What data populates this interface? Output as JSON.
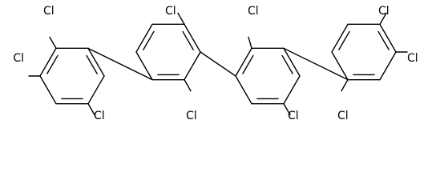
{
  "structure": {
    "atom_label": "Cl",
    "substituent_count": 10,
    "ring_count": 4
  },
  "colors": {
    "background": "#ffffff",
    "bond": "#000000",
    "text": "#000000"
  },
  "labels": {
    "ring1_c4": "Cl",
    "ring1_c5": "Cl",
    "ring1_c2": "Cl",
    "ring2_c5": "Cl",
    "ring2_c2": "Cl",
    "ring3_c5": "Cl",
    "ring3_c2": "Cl",
    "ring4_c5": "Cl",
    "ring4_c4": "Cl",
    "ring4_c2": "Cl"
  }
}
